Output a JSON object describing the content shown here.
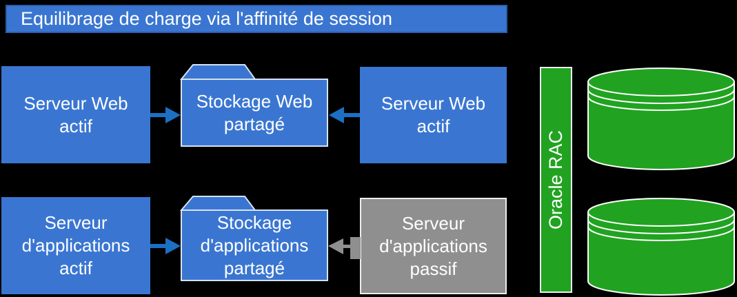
{
  "title": "Equilibrage de charge via l'affinité de session",
  "boxes": {
    "web_left": "Serveur Web\nactif",
    "web_right": "Serveur Web\nactif",
    "app_left": "Serveur\nd'applications\nactif",
    "app_passive": "Serveur\nd'applications\npassif"
  },
  "folders": {
    "web": "Stockage Web\npartagé",
    "app": "Stockage\nd'applications\npartagé"
  },
  "rac_label": "Oracle RAC",
  "colors": {
    "background": "#000000",
    "box_blue": "#3A76D1",
    "title_border_blue": "#2B5CA8",
    "arrow_blue": "#1B70C4",
    "box_gray": "#8F8F8F",
    "arrow_gray": "#8F8F8F",
    "green": "#21A321",
    "outline_white": "#FFFFFF",
    "folder_border": "#D6E2F5",
    "text": "#FFFFFF"
  }
}
